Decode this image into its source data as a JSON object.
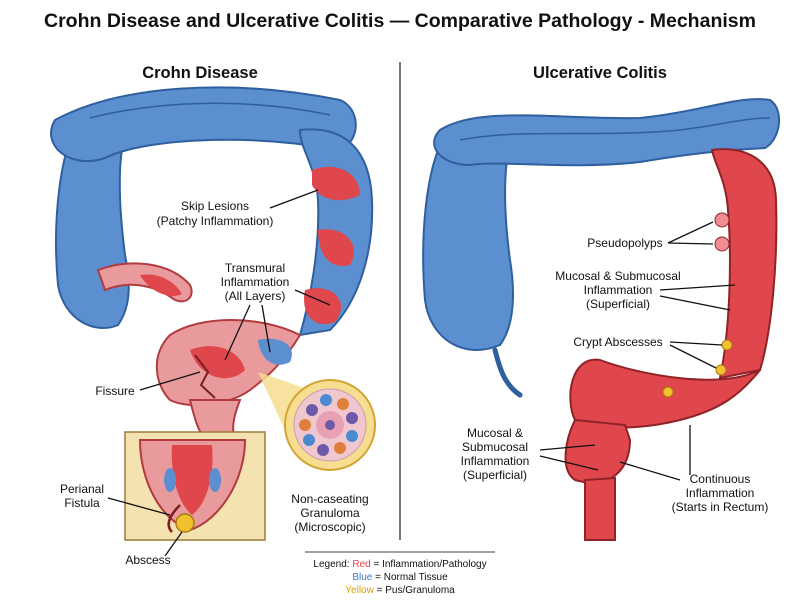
{
  "title": "Crohn Disease and Ulcerative Colitis — Comparative Pathology - Mechanism",
  "crohn": {
    "heading": "Crohn Disease",
    "skip_l1": "Skip Lesions",
    "skip_l2": "(Patchy Inflammation)",
    "trans_l1": "Transmural",
    "trans_l2": "Inflammation",
    "trans_l3": "(All Layers)",
    "fissure": "Fissure",
    "fistula_l1": "Perianal",
    "fistula_l2": "Fistula",
    "abscess": "Abscess",
    "gran_l1": "Non-caseating",
    "gran_l2": "Granuloma",
    "gran_l3": "(Microscopic)"
  },
  "uc": {
    "heading": "Ulcerative Colitis",
    "pseudo": "Pseudopolyps",
    "mucosal_r_l1": "Mucosal & Submucosal",
    "mucosal_r_l2": "Inflammation",
    "mucosal_r_l3": "(Superficial)",
    "crypt": "Crypt Abscesses",
    "mucosal_l_l1": "Mucosal &",
    "mucosal_l_l2": "Submucosal",
    "mucosal_l_l3": "Inflammation",
    "mucosal_l_l4": "(Superficial)",
    "cont_l1": "Continuous",
    "cont_l2": "Inflammation",
    "cont_l3": "(Starts in Rectum)"
  },
  "legend": {
    "prefix": "Legend:",
    "red_word": "Red",
    "red_desc": "= Inflammation/Pathology",
    "blue_word": "Blue",
    "blue_desc": "= Normal Tissue",
    "yellow_word": "Yellow",
    "yellow_desc": "= Pus/Granuloma"
  },
  "colors": {
    "inflammation": "#e0474c",
    "normal": "#5b8fcf",
    "pus": "#f2c12e",
    "text": "#111111"
  }
}
